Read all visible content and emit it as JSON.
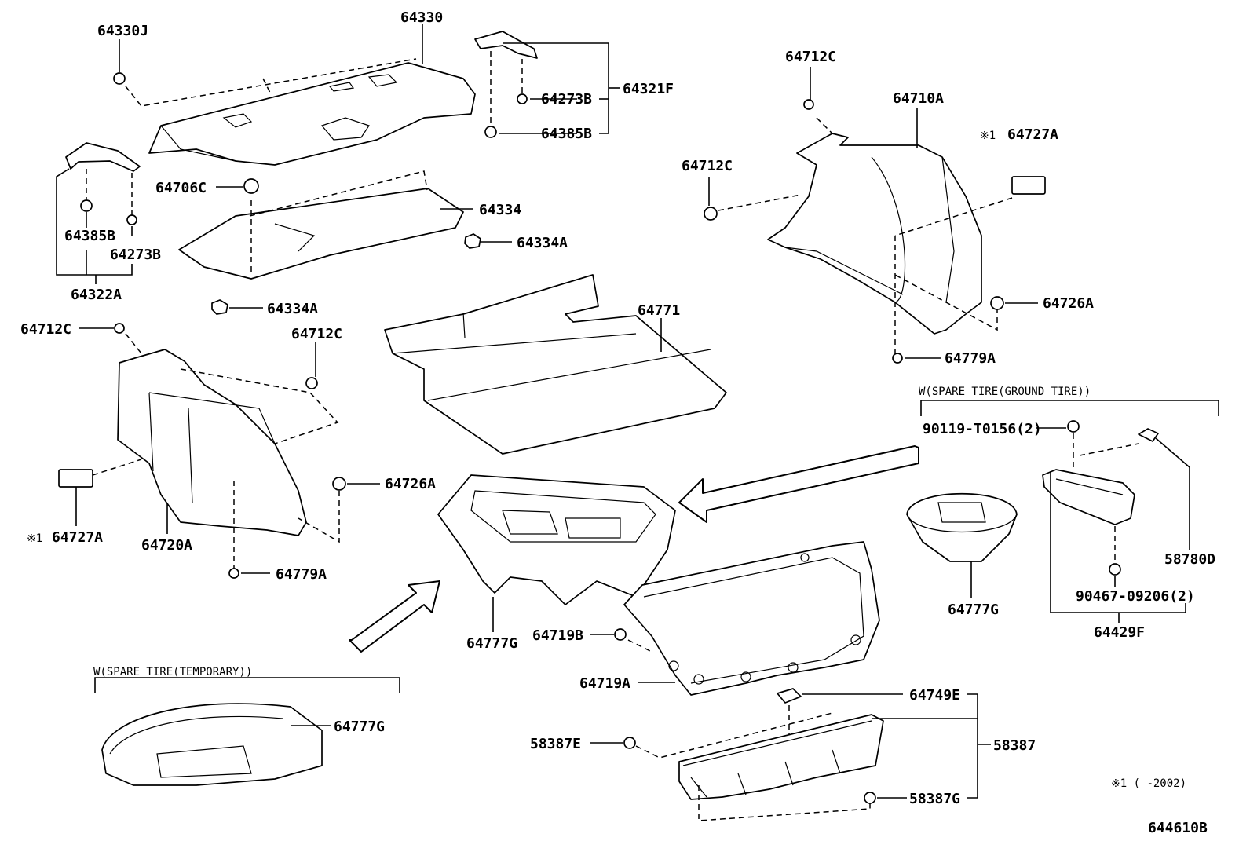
{
  "labels": {
    "p64330J": "64330J",
    "p64330": "64330",
    "p64273B_top": "64273B",
    "p64321F": "64321F",
    "p64385B_top": "64385B",
    "p64385B_left": "64385B",
    "p64273B_left": "64273B",
    "p64322A": "64322A",
    "p64706C": "64706C",
    "p64334": "64334",
    "p64334A_right": "64334A",
    "p64334A_left": "64334A",
    "p64712C_top": "64712C",
    "p64710A": "64710A",
    "p64727A_right": "64727A",
    "p64712C_mid": "64712C",
    "p64726A_right": "64726A",
    "p64779A_right": "64779A",
    "p64771": "64771",
    "p64712C_left": "64712C",
    "p64712C_center": "64712C",
    "p64726A_left": "64726A",
    "p64727A_left": "64727A",
    "p64720A": "64720A",
    "p64779A_left": "64779A",
    "p64777G_center": "64777G",
    "p64719B": "64719B",
    "p64719A": "64719A",
    "p64749E": "64749E",
    "p58387E": "58387E",
    "p58387": "58387",
    "p58387G": "58387G",
    "p64777G_temp": "64777G",
    "p64777G_ground": "64777G",
    "p90119": "90119-T0156(2)",
    "p58780D": "58780D",
    "p90467": "90467-09206(2)",
    "p64429F": "64429F"
  },
  "group_headers": {
    "ground_tire": "W(SPARE TIRE(GROUND TIRE))",
    "temporary": "W(SPARE TIRE(TEMPORARY))"
  },
  "notes": {
    "mark_right": "※1",
    "mark_left": "※1",
    "footnote": "※1 (      -2002)",
    "diagram_code": "644610B"
  }
}
